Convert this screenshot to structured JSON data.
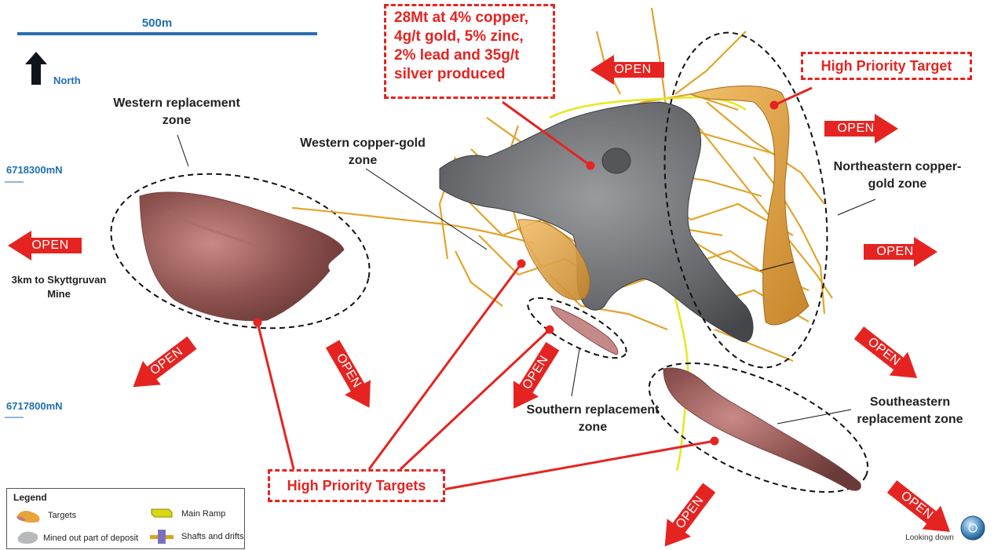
{
  "scale_bar": {
    "label": "500m"
  },
  "north_label": "North",
  "northings": [
    "6718300mN",
    "6717800mN"
  ],
  "production_note": "28Mt at 4% copper, 4g/t gold, 5% zinc, 2% lead and 35g/t silver  produced",
  "high_priority_target": "High Priority Target",
  "high_priority_targets": "High Priority Targets",
  "zones": {
    "western_replacement": "Western replacement zone",
    "western_copper_gold": "Western copper-gold zone",
    "northeastern_copper_gold": "Northeastern copper-gold zone",
    "southern_replacement": "Southern replacement zone",
    "southeastern_replacement": "Southeastern replacement zone"
  },
  "skyttgruvan_note": "3km to Skyttgruvan Mine",
  "open_label": "OPEN",
  "legend": {
    "title": "Legend",
    "targets": "Targets",
    "mined_out": "Mined out part of deposit",
    "main_ramp": "Main Ramp",
    "shafts": "Shafts and drifts"
  },
  "view_label": "Looking down",
  "colors": {
    "annotation_red": "#e52421",
    "target_orange": "#e8a33c",
    "target_red": "#8a4a4a",
    "mined_grey": "#6f7074",
    "drift_orange": "#e0a020",
    "ramp_yellow": "#e6e81a",
    "label_blue": "#1f6fb2"
  }
}
